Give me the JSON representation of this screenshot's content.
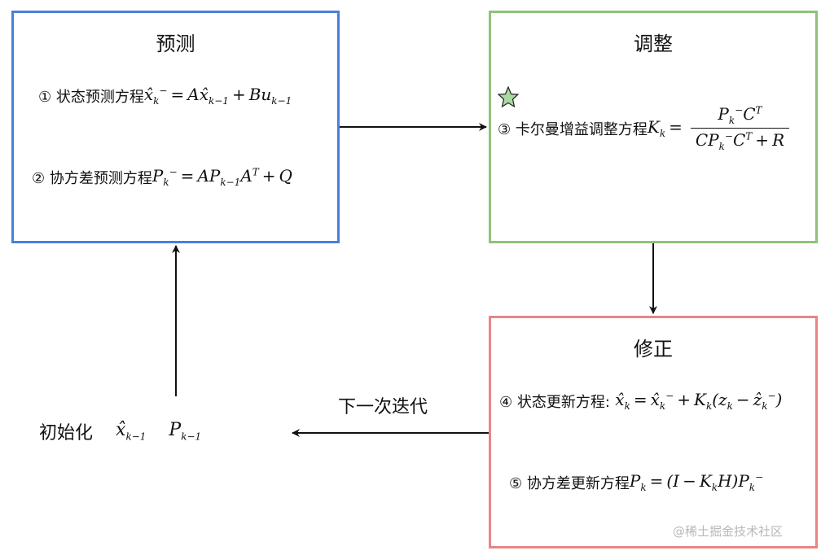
{
  "boxes": {
    "predict": {
      "title": "预测",
      "border_color": "#4a7fdc",
      "eq1_label": "① 状态预测方程",
      "eq2_label": "② 协方差预测方程"
    },
    "adjust": {
      "title": "调整",
      "border_color": "#8fc27a",
      "eq3_label": "③ 卡尔曼增益调整方程"
    },
    "correct": {
      "title": "修正",
      "border_color": "#e98585",
      "eq4_label": "④ 状态更新方程:",
      "eq5_label": "⑤ 协方差更新方程"
    }
  },
  "init_label": "初始化",
  "iteration_label": "下一次迭代",
  "watermark": "@稀土掘金技术社区",
  "icons": [
    "star-icon"
  ]
}
